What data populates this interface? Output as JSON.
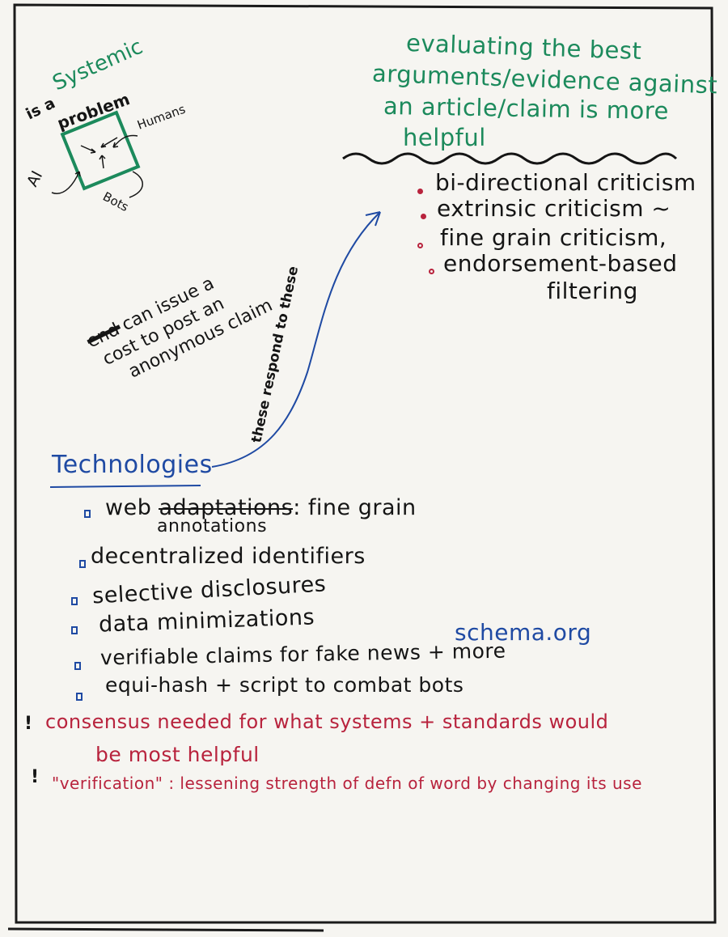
{
  "systemic": {
    "prefix": "is a",
    "word": "Systemic",
    "problem": "problem",
    "humans": "Humans",
    "ai": "AI",
    "bots": "Bots"
  },
  "evaluating": {
    "lines": [
      "evaluating the best",
      "arguments/evidence against",
      "an article/claim is more",
      "helpful"
    ]
  },
  "criticisms": [
    "bi-directional criticism",
    "extrinsic criticism ~",
    "fine grain criticism,",
    "endorsement-based",
    "filtering"
  ],
  "claim_note": {
    "struck": "end",
    "lines": [
      "can issue a",
      "cost to post an",
      "anonymous claim"
    ]
  },
  "arrow_label": "these respond to these",
  "technologies": {
    "heading": "Technologies",
    "items": {
      "web_prefix": "web",
      "web_struck": "adaptations",
      "web_suffix": ": fine grain",
      "web_correction": "annotations",
      "decentralized": "decentralized identifiers",
      "selective": "selective disclosures",
      "minimization": "data minimizations",
      "verifiable": "verifiable claims for fake news + more",
      "equihash": "equi-hash + script to combat bots"
    },
    "schema": "schema.org"
  },
  "notes": {
    "consensus_line1": "consensus needed for what systems + standards would",
    "consensus_line2": "be most helpful",
    "verification": "\"verification\" : lessening strength of defn of word by changing its use"
  },
  "colors": {
    "green": "#1c8a5c",
    "black": "#151515",
    "blue": "#1f4aa3",
    "red": "#b8233d",
    "paper": "#f6f5f1"
  }
}
